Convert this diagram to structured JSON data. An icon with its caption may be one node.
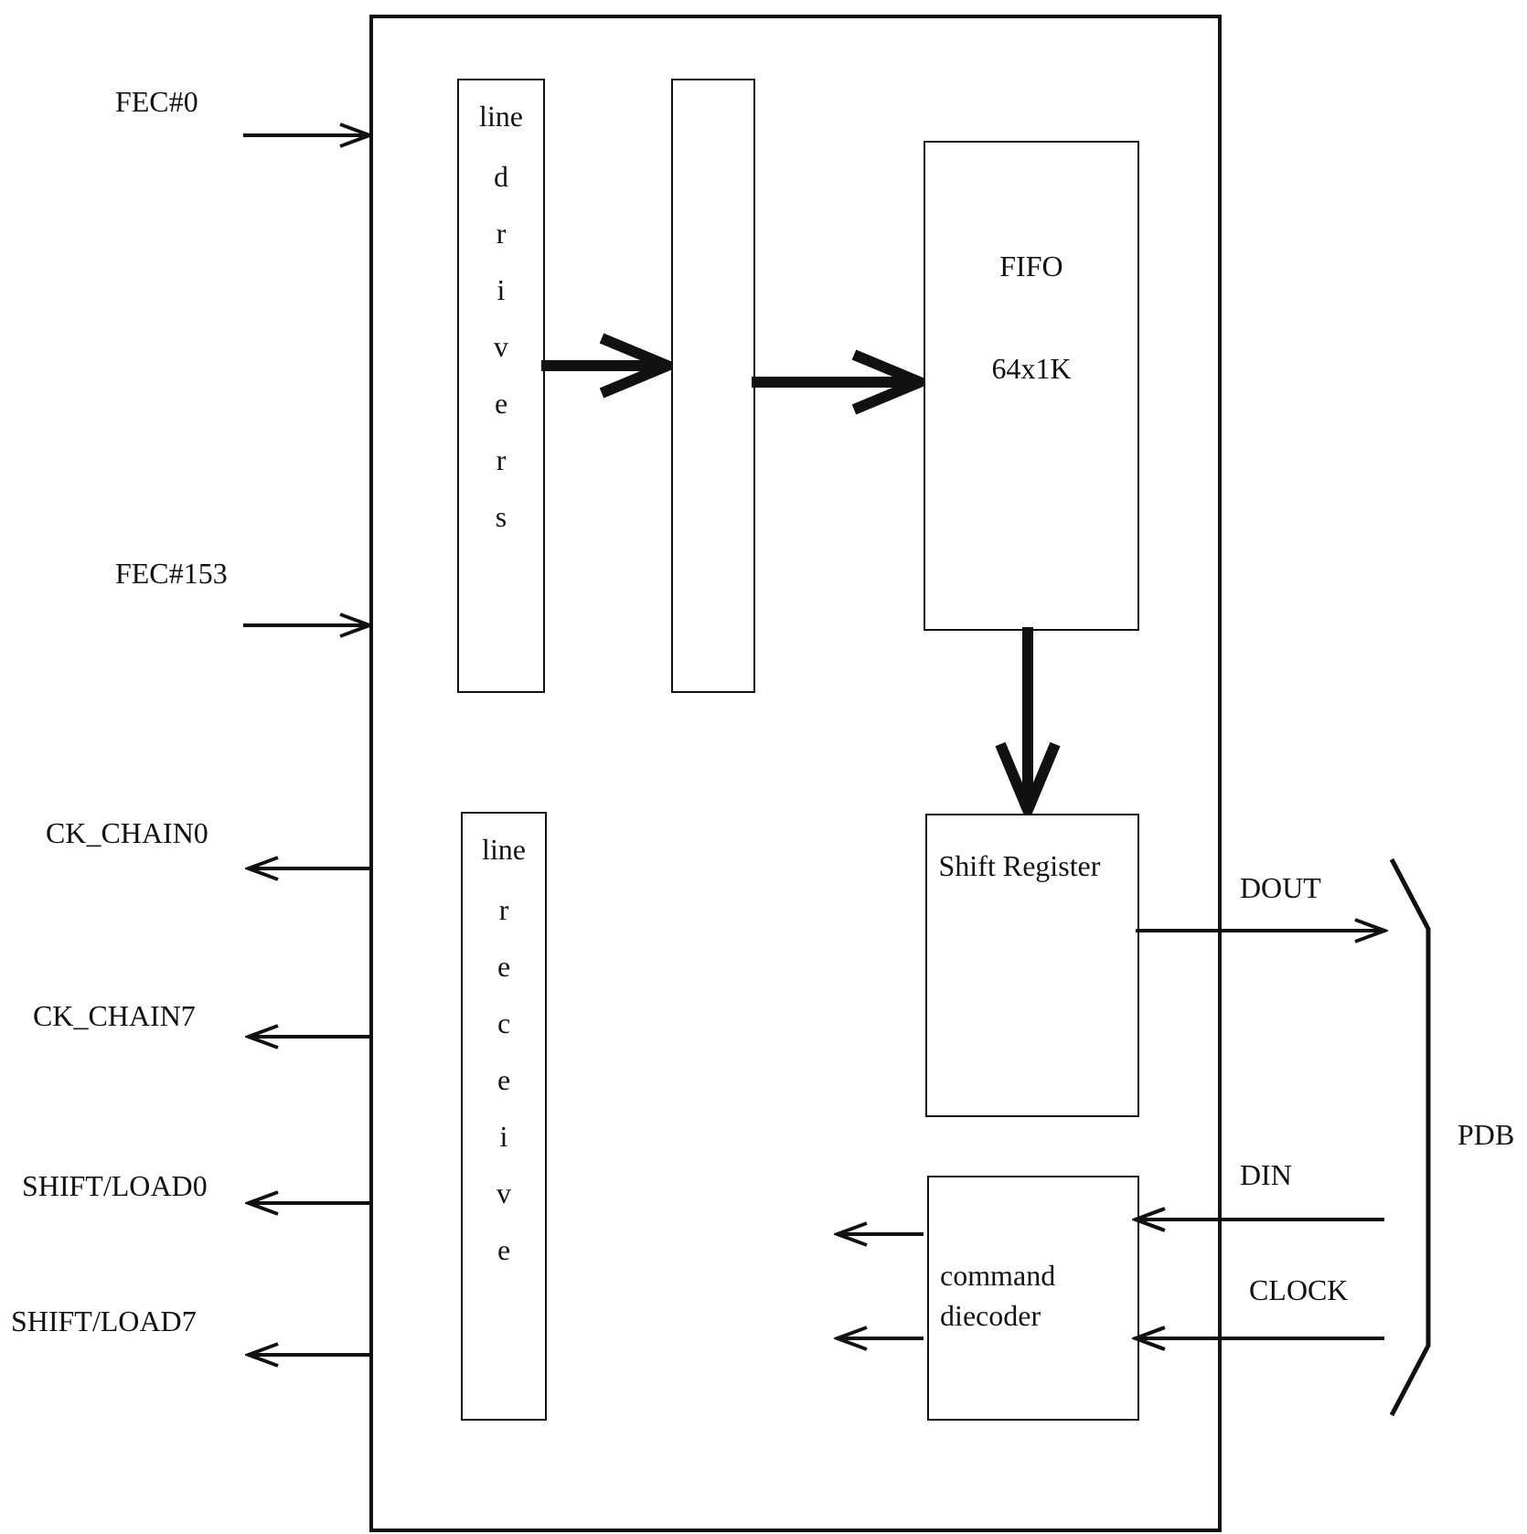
{
  "diagram": {
    "nodes": [
      {
        "text": [],
        "shape": "box"
      },
      {
        "text": [
          "line drivers"
        ],
        "in": 0
      },
      {
        "text": [],
        "shape": "bar",
        "in": 0
      },
      {
        "text": [
          "FIFO",
          "64x1K"
        ],
        "in": 0
      },
      {
        "text": [
          "Shift Register"
        ],
        "in": 0
      },
      {
        "text": [
          "line receive"
        ],
        "in": 0
      },
      {
        "text": [
          "command diecoder"
        ],
        "in": 0
      },
      {
        "text": [
          "PDB"
        ]
      }
    ],
    "edges": [
      {
        "from": null,
        "to": 0,
        "arrow": "to",
        "label": "FEC#0"
      },
      {
        "from": null,
        "to": 0,
        "arrow": "to",
        "label": "FEC#153"
      },
      {
        "from": 0,
        "to": null,
        "arrow": "to",
        "label": "CK_CHAIN0"
      },
      {
        "from": 0,
        "to": null,
        "arrow": "to",
        "label": "CK_CHAIN7"
      },
      {
        "from": 0,
        "to": null,
        "arrow": "to",
        "label": "SHIFT/LOAD0"
      },
      {
        "from": 0,
        "to": null,
        "arrow": "to",
        "label": "SHIFT/LOAD7"
      },
      {
        "from": 1,
        "to": 2,
        "arrow": "to",
        "style": "thick"
      },
      {
        "from": 2,
        "to": 3,
        "arrow": "to",
        "style": "thick"
      },
      {
        "from": 3,
        "to": 4,
        "arrow": "to",
        "style": "thick"
      },
      {
        "from": 4,
        "to": 7,
        "arrow": "to",
        "label": "DOUT"
      },
      {
        "from": 7,
        "to": 6,
        "arrow": "to",
        "label": "DIN"
      },
      {
        "from": 7,
        "to": 6,
        "arrow": "to",
        "label": "CLOCK"
      },
      {
        "from": 6,
        "to": null,
        "arrow": "to"
      },
      {
        "from": 6,
        "to": null,
        "arrow": "to"
      }
    ]
  }
}
